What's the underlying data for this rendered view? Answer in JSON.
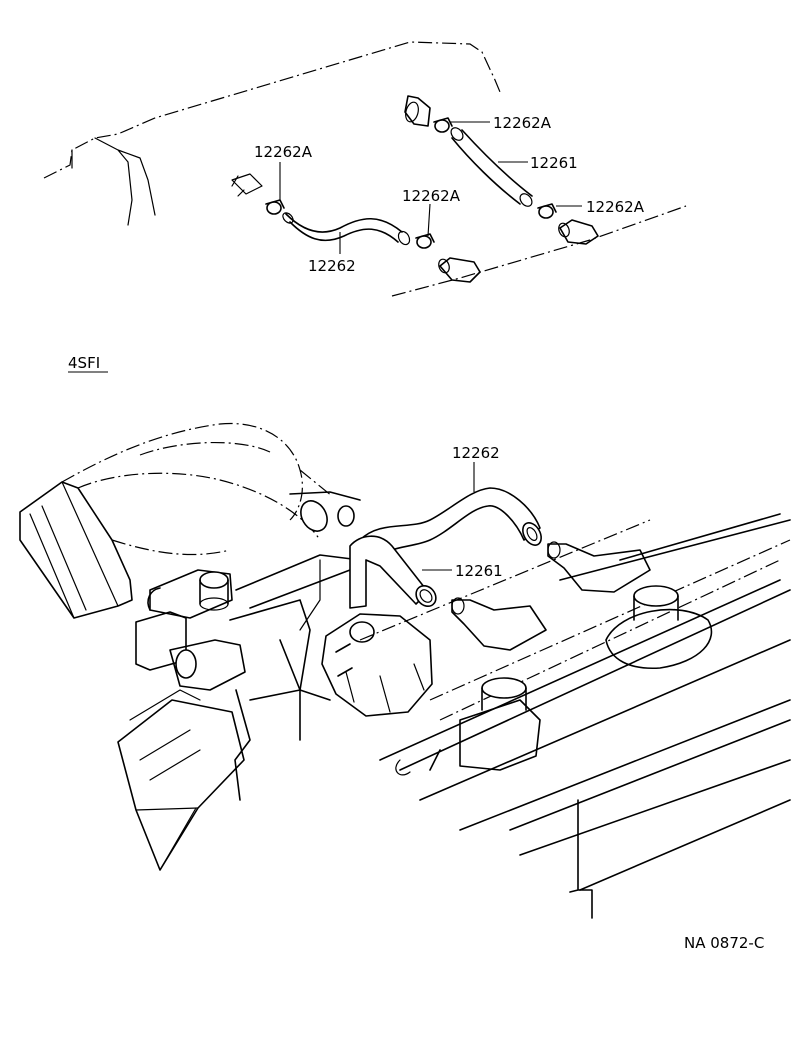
{
  "labels": {
    "upper_clip_top_right": "12262A",
    "upper_hose_right": "12261",
    "upper_clip_lower_right": "12262A",
    "upper_clip_left": "12262A",
    "upper_clip_middle": "12262A",
    "upper_hose_left": "12262",
    "section_heading": "4SFI",
    "lower_hose_upper": "12262",
    "lower_hose_lower": "12261",
    "figure_code": "NA 0872-C"
  }
}
